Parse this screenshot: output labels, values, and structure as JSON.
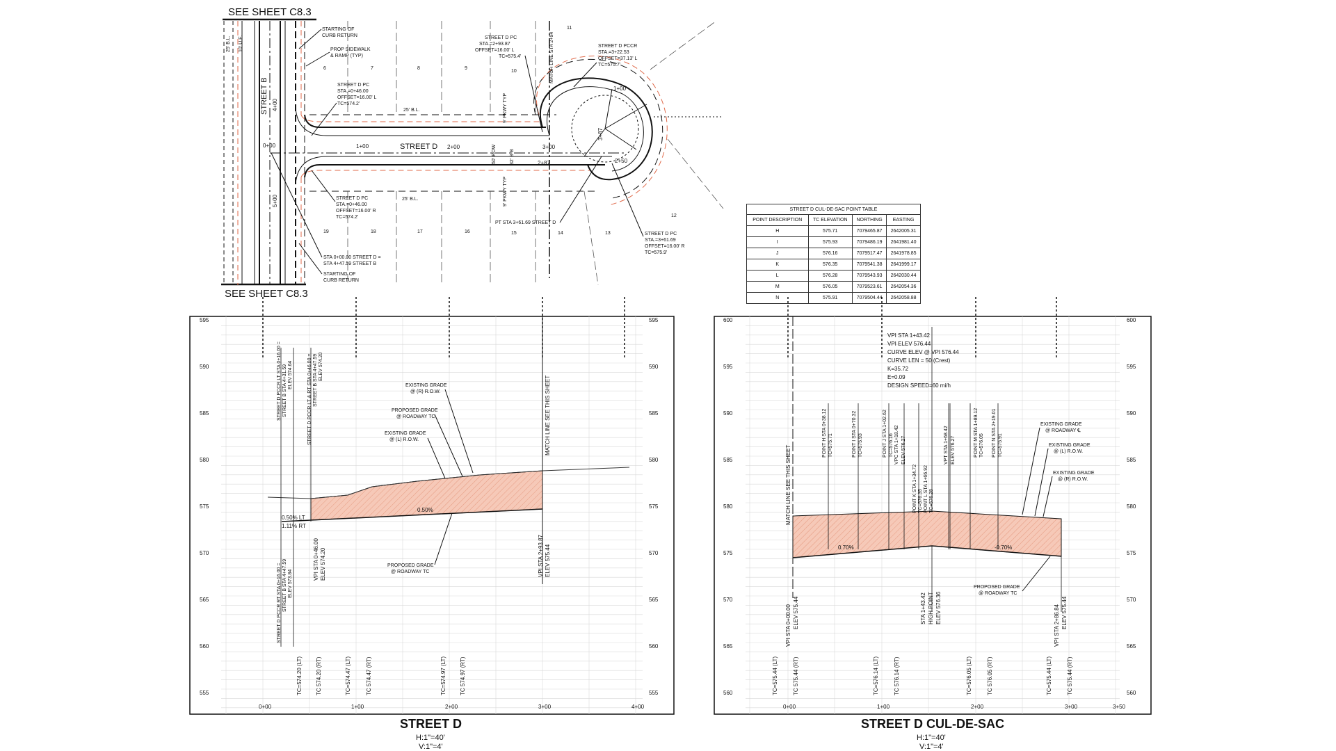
{
  "plan": {
    "see_sheet_top": "SEE SHEET C8.3",
    "see_sheet_bottom": "SEE SHEET C8.3",
    "street_b": "STREET B",
    "street_d": "STREET D",
    "stations": [
      "0+00",
      "1+00",
      "2+00",
      "3+00",
      "4+00",
      "5+00",
      "2+87",
      "3+87",
      "2+50",
      "1+00"
    ],
    "lots": [
      "6",
      "7",
      "8",
      "9",
      "10",
      "11",
      "19",
      "18",
      "17",
      "16",
      "15",
      "14",
      "13",
      "12"
    ],
    "labels": {
      "b_l_top": "25' B.L.",
      "b_l_bottom": "25' B.L.",
      "b_l_left": "25' B.L.",
      "u_e_left": "10' U.E.",
      "row": "50' ROW",
      "bb": "32' B-B",
      "pkwy_top": "9' PKWY TYP",
      "pkwy_bottom": "9' PKWY TYP",
      "match_line": "MATCH LINE STA 2+94"
    },
    "callouts": [
      {
        "id": "curb-return-top",
        "lines": [
          "STARTING OF",
          "CURB RETURN"
        ]
      },
      {
        "id": "sidewalk",
        "lines": [
          "PROP SIDEWALK",
          "& RAMP (TYP)"
        ]
      },
      {
        "id": "pc-top",
        "lines": [
          "STREET D PC",
          "STA.=0+46.00",
          "OFFSET=16.00' L",
          "TC=574.2'"
        ]
      },
      {
        "id": "pc-mid",
        "lines": [
          "STREET D PC",
          "STA.=2+93.87",
          "OFFSET=16.00' L",
          "TC=575.4'"
        ]
      },
      {
        "id": "pccr",
        "lines": [
          "STREET D PCCR",
          "STA.=3+22.53",
          "OFFSET=37.13' L",
          "TC=575.7'"
        ]
      },
      {
        "id": "pc-bottom",
        "lines": [
          "STREET D PC",
          "STA.=0+46.00",
          "OFFSET=16.00' R",
          "TC=574.2'"
        ]
      },
      {
        "id": "pt",
        "lines": [
          "PT STA 3+61.69 STREET D"
        ]
      },
      {
        "id": "pc-right",
        "lines": [
          "STREET D PC",
          "STA.=3+61.69",
          "OFFSET=16.00' R",
          "TC=575.9'"
        ]
      },
      {
        "id": "sta-eq",
        "lines": [
          "STA 0+00.00 STREET D =",
          "STA 4+47.59 STREET B"
        ]
      },
      {
        "id": "curb-return-bottom",
        "lines": [
          "STARTING OF",
          "CURB RETURN"
        ]
      }
    ]
  },
  "point_table": {
    "title": "STREET D CUL-DE-SAC POINT TABLE",
    "headers": [
      "POINT DESCRIPTION",
      "TC ELEVATION",
      "NORTHING",
      "EASTING"
    ],
    "rows": [
      [
        "H",
        "575.71",
        "7079465.87",
        "2642005.31"
      ],
      [
        "I",
        "575.93",
        "7079486.19",
        "2641981.40"
      ],
      [
        "J",
        "576.16",
        "7079517.47",
        "2641978.85"
      ],
      [
        "K",
        "576.35",
        "7079541.38",
        "2641999.17"
      ],
      [
        "L",
        "576.28",
        "7079543.93",
        "2642030.44"
      ],
      [
        "M",
        "576.05",
        "7079523.61",
        "2642054.36"
      ],
      [
        "N",
        "575.91",
        "7079504.44",
        "2642058.88"
      ]
    ]
  },
  "profile_left": {
    "title": "STREET D",
    "scale_h": "H:1\"=40'",
    "scale_v": "V:1\"=4'",
    "y_ticks": [
      "595",
      "590",
      "585",
      "580",
      "575",
      "570",
      "565",
      "560",
      "555"
    ],
    "x_ticks": [
      "0+00",
      "1+00",
      "2+00",
      "3+00",
      "4+00"
    ],
    "grade_left": "0.50% LT",
    "grade_right": "1.11% RT",
    "grade_mid": "0.50%",
    "notes": {
      "existing_row": "EXISTING GRADE",
      "existing_row2": "@ (R) R.O.W.",
      "proposed_tc": "PROPOSED GRADE",
      "proposed_tc2": "@ ROADWAY TC",
      "existing_l": "EXISTING GRADE",
      "existing_l2": "@ (L) R.O.W.",
      "proposed_bottom": "PROPOSED GRADE",
      "proposed_bottom2": "@ ROADWAY TC",
      "match_line": "MATCH LINE SEE THIS SHEET",
      "vpi_start": "VPI STA 0+46.00",
      "vpi_start_elev": "ELEV 574.20",
      "vpi_end": "VPI STA 2+93.87",
      "vpi_end_elev": "ELEV 575.44",
      "pcr1": "STREET D PCCR LT STA 0+16.00 =",
      "pcr1b": "STREET B STA 4+31.59",
      "pcr1c": "ELEV 574.64",
      "pcr2": "STREET D PCCR LT & RT STA 0+46.00 =",
      "pcr2b": "STREET B STA 4+47.59",
      "pcr2c": "ELEV 574.20",
      "pcr3": "STREET D PCCR RT STA 0+16.00 =",
      "pcr3b": "STREET B STA 4+47.59",
      "pcr3c": "ELEV 573.84"
    },
    "bottom_labels": [
      "TC=574.20 (LT)",
      "TC 574.20 (RT)",
      "TC=574.47 (LT)",
      "TC 574.47 (RT)",
      "TC=574.97 (LT)",
      "TC 574.97 (RT)"
    ]
  },
  "profile_right": {
    "title": "STREET D CUL-DE-SAC",
    "scale_h": "H:1\"=40'",
    "scale_v": "V:1\"=4'",
    "y_ticks": [
      "600",
      "595",
      "590",
      "585",
      "580",
      "575",
      "570",
      "565",
      "560"
    ],
    "x_ticks": [
      "0+00",
      "1+00",
      "2+00",
      "3+00",
      "3+50"
    ],
    "grade_left": "0.70%",
    "grade_right": "-0.70%",
    "vpi_block": [
      "VPI STA 1+43.42",
      "VPI ELEV 576.44",
      "CURVE ELEV @ VPI 576.44",
      "CURVE LEN = 50 (Crest)",
      "K=35.72",
      "E=0.09",
      "DESIGN SPEED=60 mi/h"
    ],
    "notes": {
      "match_line": "MATCH LINE SEE THIS SHEET",
      "existing_c": "EXISTING GRADE",
      "existing_c2": "@ ROADWAY ℄",
      "existing_l": "EXISTING GRADE",
      "existing_l2": "@ (L) R.O.W.",
      "existing_r": "EXISTING GRADE",
      "existing_r2": "@ (R) R.O.W.",
      "proposed": "PROPOSED GRADE",
      "proposed2": "@ ROADWAY TC",
      "vpi_start": "VPI STA 0+00.00",
      "vpi_start_elev": "ELEV 575.44",
      "vpi_end": "VPI STA 2+86.84",
      "vpi_end_elev": "ELEV 575.44",
      "high_point": "STA 1+43.42",
      "high_point2": "HIGH POINT",
      "high_point3": "ELEV 576.36"
    },
    "point_labels": [
      [
        "POINT H STA 0+38.12",
        "TC=575.71"
      ],
      [
        "POINT I STA 0+70.32",
        "TC=575.93"
      ],
      [
        "POINT J STA 1+02.62",
        "TC=576.16"
      ],
      [
        "VPC STA 1+18.42",
        "ELEV 576.27"
      ],
      [
        "POINT K STA 1+34.72",
        "TC=576.35"
      ],
      [
        "POINT L STA 1+66.92",
        "TC=576.28"
      ],
      [
        "VPT STA 1+68.42",
        "ELEV 576.27"
      ],
      [
        "POINT M STA 1+89.12",
        "TC=576.05"
      ],
      [
        "POINT N STA 2+19.01",
        "TC=575.91"
      ]
    ],
    "bottom_labels": [
      "TC=575.44 (LT)",
      "TC 575.44 (RT)",
      "TC=576.14 (LT)",
      "TC 576.14 (RT)",
      "TC=576.05 (LT)",
      "TC 576.05 (RT)",
      "TC=575.44 (LT)",
      "TC 575.44 (RT)"
    ]
  }
}
